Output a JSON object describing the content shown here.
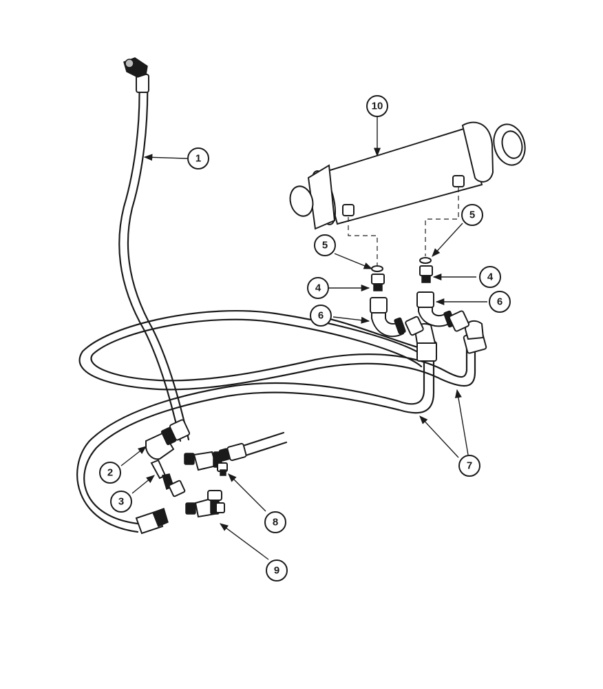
{
  "callouts": {
    "c1": "1",
    "c2": "2",
    "c3": "3",
    "c4a": "4",
    "c4b": "4",
    "c5a": "5",
    "c5b": "5",
    "c6a": "6",
    "c6b": "6",
    "c7": "7",
    "c8": "8",
    "c9": "9",
    "c10": "10"
  },
  "colors": {
    "line": "#1a1a1a",
    "background": "#ffffff"
  }
}
